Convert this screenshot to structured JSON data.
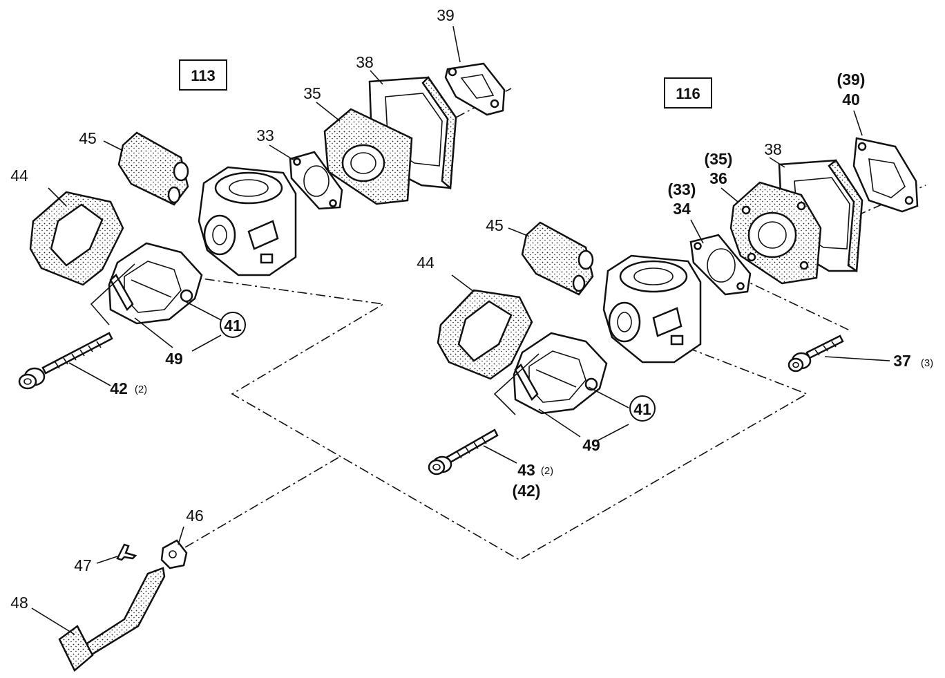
{
  "diagram": {
    "models": [
      {
        "id": "model-113",
        "label": "113"
      },
      {
        "id": "model-116",
        "label": "116"
      }
    ],
    "callouts_left": [
      {
        "id": "l39",
        "text": "39"
      },
      {
        "id": "l38",
        "text": "38"
      },
      {
        "id": "l35",
        "text": "35"
      },
      {
        "id": "l33",
        "text": "33"
      },
      {
        "id": "l45",
        "text": "45"
      },
      {
        "id": "l44",
        "text": "44"
      },
      {
        "id": "l41",
        "text": "41"
      },
      {
        "id": "l49",
        "text": "49"
      },
      {
        "id": "l42",
        "text": "42",
        "qty": "(2)"
      },
      {
        "id": "l46",
        "text": "46"
      },
      {
        "id": "l47",
        "text": "47"
      },
      {
        "id": "l48",
        "text": "48"
      }
    ],
    "callouts_right": [
      {
        "id": "r39",
        "text": "(39)"
      },
      {
        "id": "r40",
        "text": "40"
      },
      {
        "id": "r38",
        "text": "38"
      },
      {
        "id": "r35",
        "text": "(35)"
      },
      {
        "id": "r36",
        "text": "36"
      },
      {
        "id": "r33",
        "text": "(33)"
      },
      {
        "id": "r34",
        "text": "34"
      },
      {
        "id": "r45",
        "text": "45"
      },
      {
        "id": "r44",
        "text": "44"
      },
      {
        "id": "r41",
        "text": "41"
      },
      {
        "id": "r49",
        "text": "49"
      },
      {
        "id": "r43",
        "text": "43",
        "qty": "(2)"
      },
      {
        "id": "r42",
        "text": "(42)"
      },
      {
        "id": "r37",
        "text": "37",
        "qty": "(3)"
      }
    ]
  }
}
